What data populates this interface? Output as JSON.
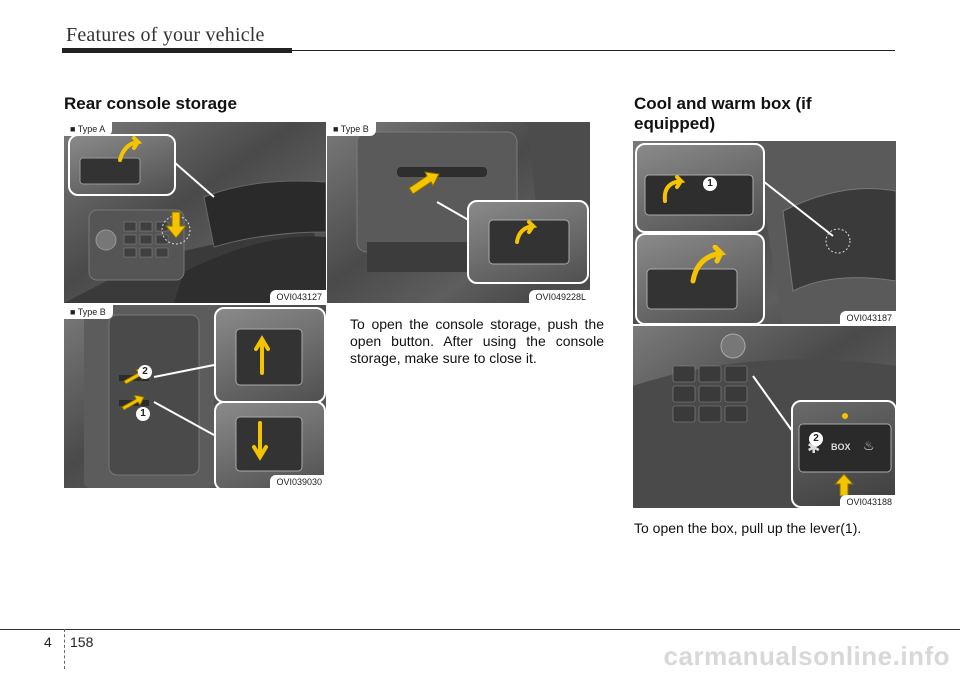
{
  "header": {
    "title": "Features of your vehicle"
  },
  "left_section": {
    "heading": "Rear console storage",
    "figures": [
      {
        "tag": "■ Type A",
        "code": "OVI043127"
      },
      {
        "tag": "■ Type B",
        "code": "OVI049228L"
      },
      {
        "tag": "■ Type B",
        "code": "OVI039030",
        "markers": [
          "2",
          "1"
        ]
      }
    ],
    "paragraph": "To open the console storage, push the open button. After using the console storage, make sure to close it."
  },
  "right_section": {
    "heading": "Cool and warm box (if equipped)",
    "figures": [
      {
        "code": "OVI043187",
        "markers": [
          "1"
        ]
      },
      {
        "code": "OVI043188",
        "markers": [
          "2"
        ],
        "panel_text": "BOX"
      }
    ],
    "paragraph": "To open the box, pull up the lever(1)."
  },
  "footer": {
    "chapter": "4",
    "page": "158",
    "watermark": "carmanualsonline.info"
  },
  "colors": {
    "accent": "#f5c400",
    "rule": "#222222"
  },
  "icons": [
    "press-arrow-icon",
    "lift-arrow-icon",
    "snowflake-icon",
    "heat-icon"
  ]
}
